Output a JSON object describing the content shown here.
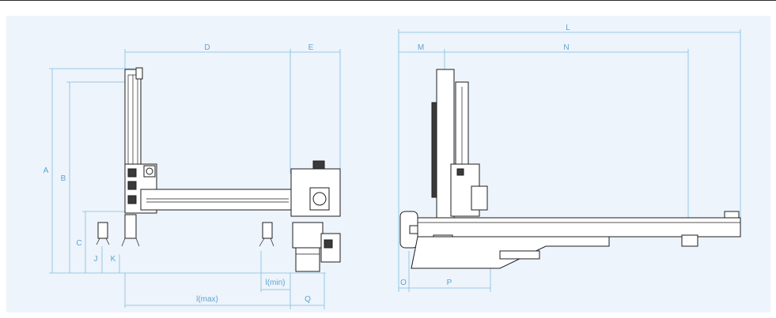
{
  "diagram": {
    "front_view_labels": {
      "A": "A",
      "B": "B",
      "C": "C",
      "D": "D",
      "E": "E",
      "J": "J",
      "K": "K",
      "l_min": "l(min)",
      "l_max": "l(max)",
      "Q": "Q"
    },
    "side_view_labels": {
      "L": "L",
      "M": "M",
      "N": "N",
      "O": "O",
      "P": "P"
    },
    "colors": {
      "background": "#edf4fb",
      "dimension": "#5fa3cf",
      "machine_outline": "#1d1d1d"
    }
  }
}
